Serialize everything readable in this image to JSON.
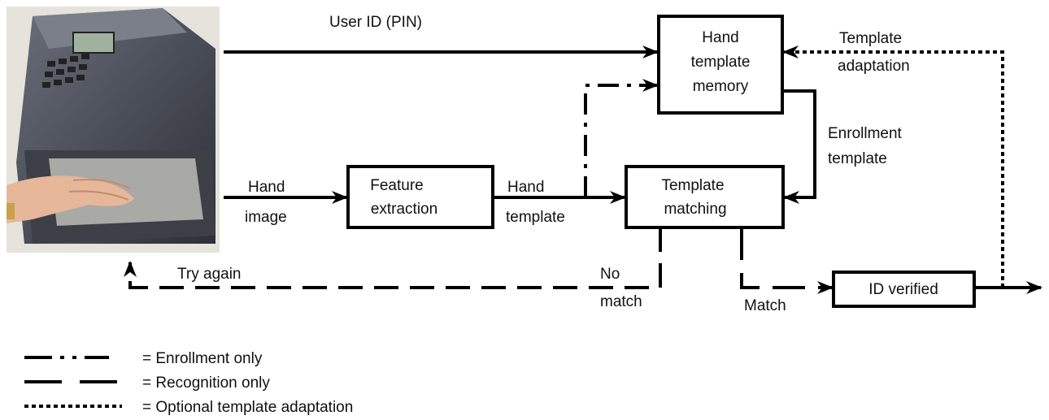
{
  "labels": {
    "user_id": "User ID (PIN)",
    "template_adaptation_1": "Template",
    "template_adaptation_2": "adaptation",
    "enrollment_template_1": "Enrollment",
    "enrollment_template_2": "template",
    "hand_image_1": "Hand",
    "hand_image_2": "image",
    "hand_template_1": "Hand",
    "hand_template_2": "template",
    "try_again": "Try again",
    "no_match_1": "No",
    "no_match_2": "match",
    "match": "Match"
  },
  "boxes": {
    "memory_1": "Hand",
    "memory_2": "template",
    "memory_3": "memory",
    "feature_1": "Feature",
    "feature_2": "extraction",
    "matching_1": "Template",
    "matching_2": "matching",
    "verified": "ID verified"
  },
  "legend": {
    "enrollment": "= Enrollment only",
    "recognition": "= Recognition only",
    "optional": "= Optional template adaptation"
  }
}
